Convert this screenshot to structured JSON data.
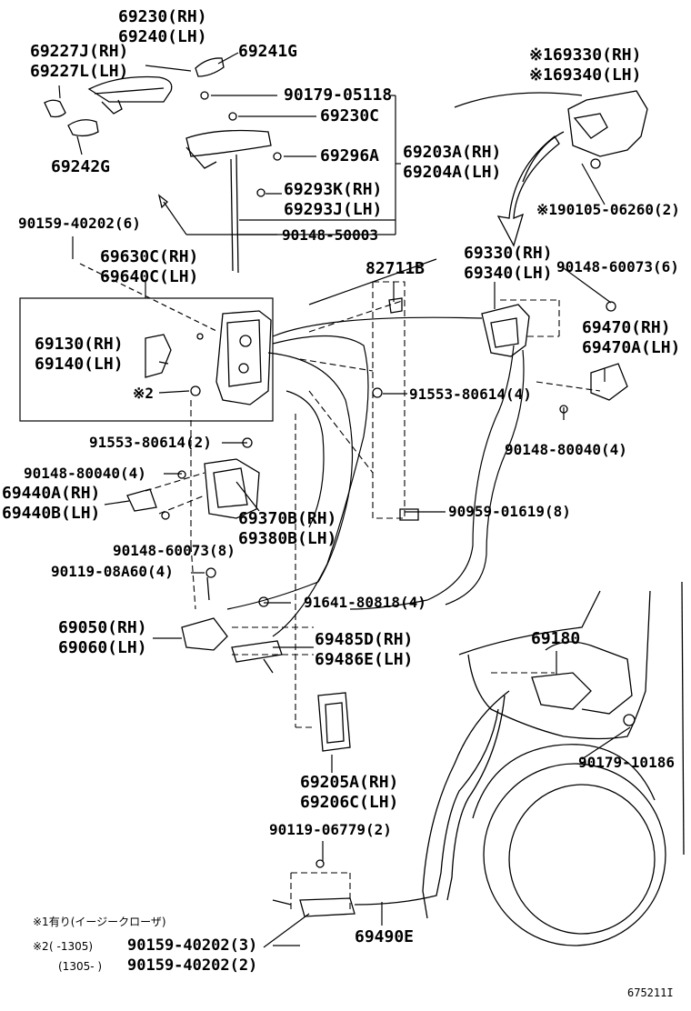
{
  "labels": {
    "p69230": [
      "69230(RH)",
      "69240(LH)"
    ],
    "p69227": [
      "69227J(RH)",
      "69227L(LH)"
    ],
    "p69241": [
      "69241G"
    ],
    "p90179a": [
      "90179-05118"
    ],
    "p69230c": [
      "69230C"
    ],
    "p69296": [
      "69296A"
    ],
    "p69203": [
      "69203A(RH)",
      "69204A(LH)"
    ],
    "p69242": [
      "69242G"
    ],
    "p69293": [
      "69293K(RH)",
      "69293J(LH)"
    ],
    "p90159a": [
      "90159-40202(6)"
    ],
    "p90148a": [
      "90148-50003"
    ],
    "p69630": [
      "69630C(RH)",
      "69640C(LH)"
    ],
    "p82711": [
      "82711B"
    ],
    "p69330": [
      "69330(RH)",
      "69340(LH)"
    ],
    "p90148b": [
      "90148-60073(6)"
    ],
    "p169330": [
      "※169330(RH)",
      "※169340(LH)"
    ],
    "p90105": [
      "※190105-06260(2)"
    ],
    "p69130": [
      "69130(RH)",
      "69140(LH)"
    ],
    "pmark2": [
      "※2"
    ],
    "p69470": [
      "69470(RH)",
      "69470A(LH)"
    ],
    "p91553a": [
      "91553-80614(4)"
    ],
    "p91553b": [
      "91553-80614(2)"
    ],
    "p90148c": [
      "90148-80040(4)"
    ],
    "p90148d": [
      "90148-80040(4)"
    ],
    "p69440": [
      "69440A(RH)",
      "69440B(LH)"
    ],
    "p69370": [
      "69370B(RH)",
      "69380B(LH)"
    ],
    "p90959": [
      "90959-01619(8)"
    ],
    "p90148e": [
      "90148-60073(8)"
    ],
    "p90119a": [
      "90119-08A60(4)"
    ],
    "p91641": [
      "91641-80818(4)"
    ],
    "p69050": [
      "69050(RH)",
      "69060(LH)"
    ],
    "p69485": [
      "69485D(RH)",
      "69486E(LH)"
    ],
    "p69180": [
      "69180"
    ],
    "p90179b": [
      "90179-10186"
    ],
    "p69205": [
      "69205A(RH)",
      "69206C(LH)"
    ],
    "p90119b": [
      "90119-06779(2)"
    ],
    "p69490": [
      "69490E"
    ]
  },
  "notes": {
    "n1": "※1有り(イージークローザ)",
    "n2_mark": "※2",
    "n2_range1": "(      -1305)",
    "n2_part1": "90159-40202(3)",
    "n2_range2": "(1305-      )",
    "n2_part2": "90159-40202(2)"
  },
  "figure_number": "675211I",
  "colors": {
    "ink": "#000000",
    "paper": "#ffffff"
  }
}
